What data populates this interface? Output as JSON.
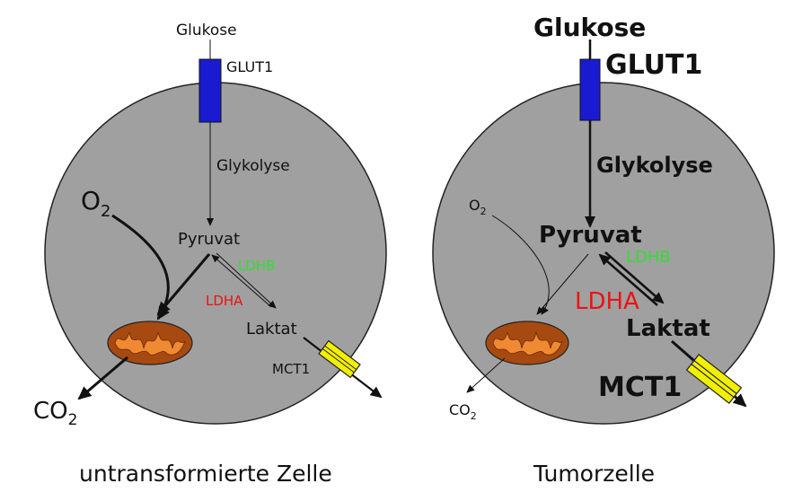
{
  "colors": {
    "cell_fill": "#a0a0a0",
    "transporter_glut1": "#1a1ad0",
    "transporter_mct1": "#f2f000",
    "mitochondrion_outer": "#a64a12",
    "mitochondrion_inner": "#f08a32",
    "ldhb_green": "#33dd33",
    "ldha_red": "#ee1111"
  },
  "left_cell": {
    "glucose": "Glukose",
    "glut1": "GLUT1",
    "glycolysis": "Glykolyse",
    "o2_main": "O",
    "o2_sub": "2",
    "pyruvate": "Pyruvat",
    "ldhb": "LDHB",
    "ldha": "LDHA",
    "lactate": "Laktat",
    "mct1": "MCT1",
    "co2_main": "CO",
    "co2_sub": "2",
    "caption": "untransformierte Zelle"
  },
  "right_cell": {
    "glucose": "Glukose",
    "glut1": "GLUT1",
    "glycolysis": "Glykolyse",
    "o2_main": "O",
    "o2_sub": "2",
    "pyruvate": "Pyruvat",
    "ldhb": "LDHB",
    "ldha": "LDHA",
    "lactate": "Laktat",
    "mct1": "MCT1",
    "co2_main": "CO",
    "co2_sub": "2",
    "caption": "Tumorzelle"
  }
}
